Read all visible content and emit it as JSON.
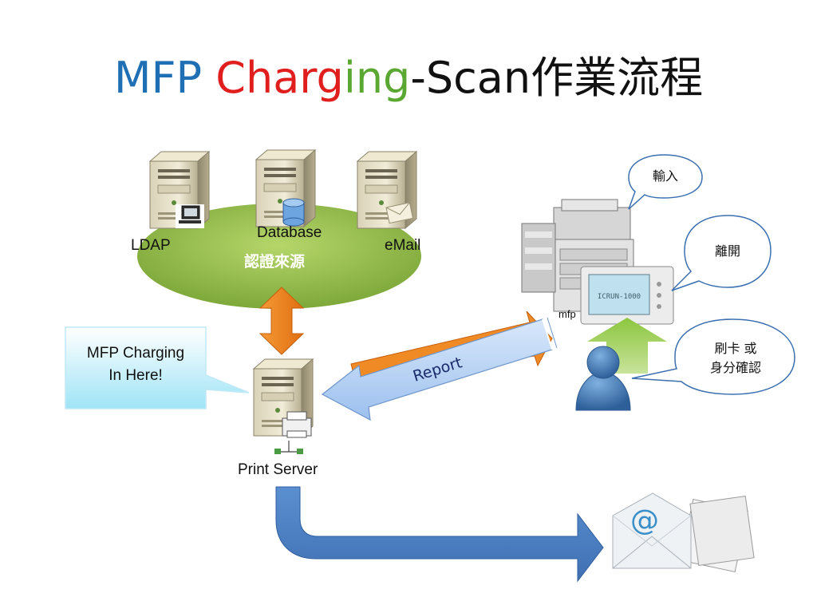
{
  "title": {
    "part1": "MFP ",
    "part2": "Charg",
    "part3": "ing",
    "part4": "-Scan作業流程",
    "colors": {
      "part1": "#1f6fb5",
      "part2": "#e11e1e",
      "part3": "#5aa832",
      "part4": "#111111"
    }
  },
  "auth_sources": {
    "ldap": "LDAP",
    "database": "Database",
    "email": "eMail",
    "group_label": "認證來源"
  },
  "callout": {
    "line1": "MFP Charging",
    "line2": "In Here!"
  },
  "print_server": {
    "label": "Print Server"
  },
  "report_arrow": {
    "label": "Report"
  },
  "mfp": {
    "label": "mfp",
    "screen_text": "ICRUN-1000"
  },
  "bubbles": {
    "input": "輸入",
    "leave": "離開",
    "swipe_line1": "刷卡 或",
    "swipe_line2": "身分確認"
  },
  "email_icon": {
    "at_symbol": "@"
  },
  "icons": [
    "server-icon",
    "database-icon",
    "envelope-icon",
    "monitor-icon",
    "printer-icon",
    "user-icon",
    "mfp-icon",
    "email-icon"
  ]
}
